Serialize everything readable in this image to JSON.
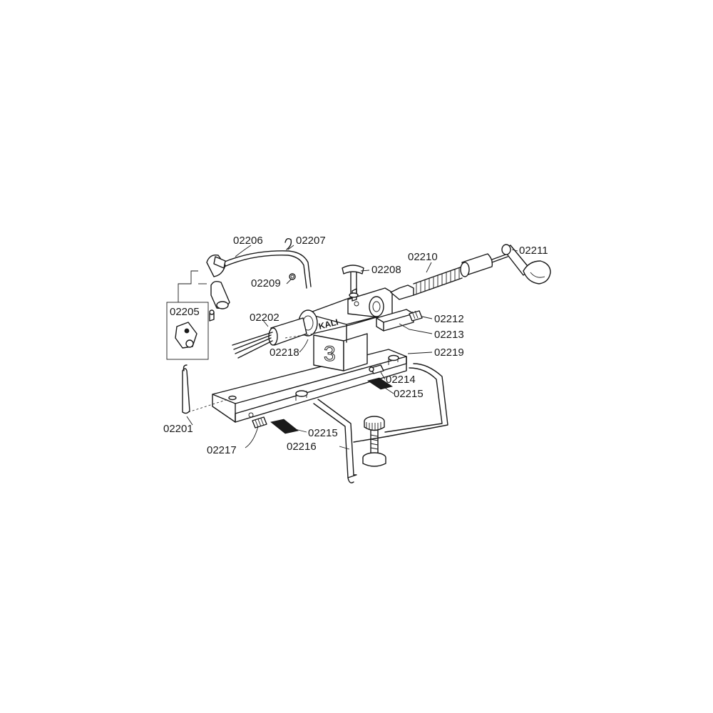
{
  "diagram": {
    "brand_mark": "KALI",
    "frame_number": "3",
    "callouts": [
      {
        "id": "02201",
        "label": "02201"
      },
      {
        "id": "02202",
        "label": "02202"
      },
      {
        "id": "02205",
        "label": "02205"
      },
      {
        "id": "02206",
        "label": "02206"
      },
      {
        "id": "02207",
        "label": "02207"
      },
      {
        "id": "02208",
        "label": "02208"
      },
      {
        "id": "02209",
        "label": "02209"
      },
      {
        "id": "02210",
        "label": "02210"
      },
      {
        "id": "02211",
        "label": "02211"
      },
      {
        "id": "02212",
        "label": "02212"
      },
      {
        "id": "02213",
        "label": "02213"
      },
      {
        "id": "02214",
        "label": "02214"
      },
      {
        "id": "02215a",
        "label": "02215"
      },
      {
        "id": "02215b",
        "label": "02215"
      },
      {
        "id": "02216",
        "label": "02216"
      },
      {
        "id": "02217",
        "label": "02217"
      },
      {
        "id": "02218",
        "label": "02218"
      },
      {
        "id": "02219",
        "label": "02219"
      }
    ]
  }
}
